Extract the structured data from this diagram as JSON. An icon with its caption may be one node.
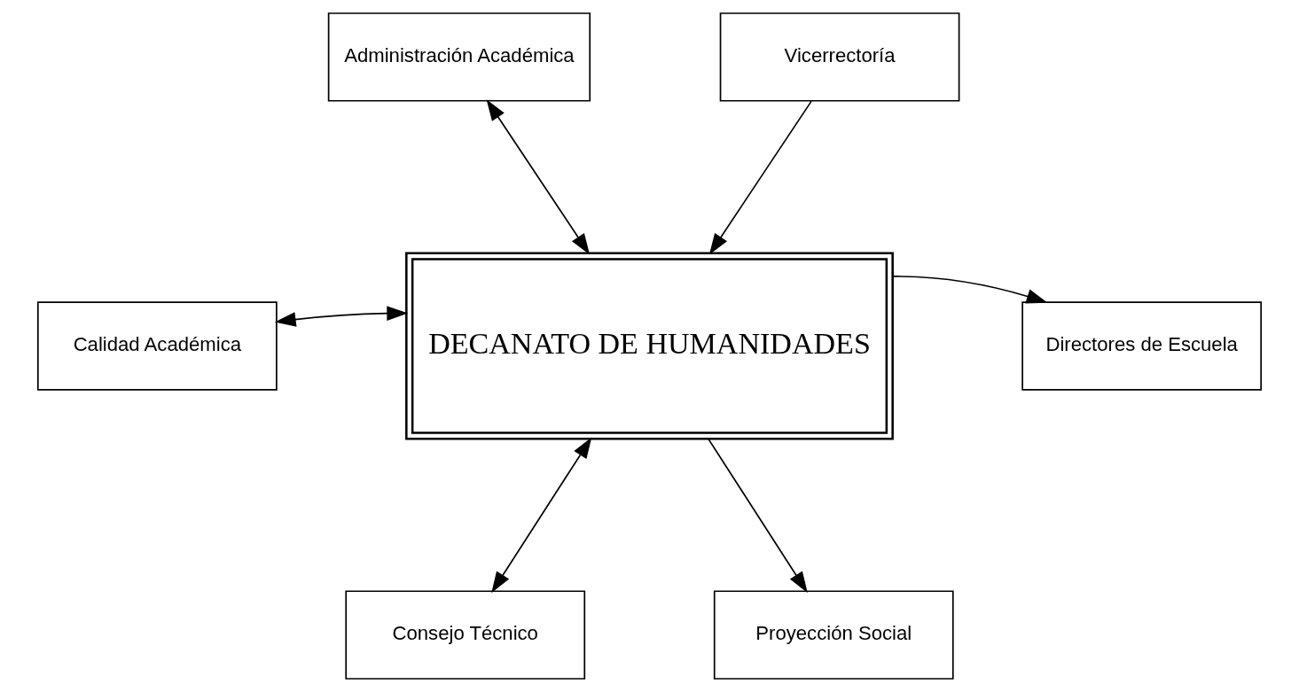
{
  "diagram": {
    "nodes": [
      {
        "text": [
          "Administración Académica"
        ]
      },
      {
        "text": [
          "Vicerrectoría"
        ]
      },
      {
        "text": [
          "Calidad Académica"
        ]
      },
      {
        "text": [
          "DECANATO DE HUMANIDADES"
        ]
      },
      {
        "text": [
          "Directores de Escuela"
        ]
      },
      {
        "text": [
          "Consejo Técnico"
        ]
      },
      {
        "text": [
          "Proyección Social"
        ]
      }
    ],
    "edges": [
      {
        "from": 0,
        "to": 3,
        "arrow": "both"
      },
      {
        "from": 1,
        "to": 3,
        "arrow": "to"
      },
      {
        "from": 2,
        "to": 3,
        "arrow": "both"
      },
      {
        "from": 3,
        "to": 4,
        "arrow": "to"
      },
      {
        "from": 3,
        "to": 5,
        "arrow": "both"
      },
      {
        "from": 3,
        "to": 6,
        "arrow": "to"
      }
    ]
  }
}
